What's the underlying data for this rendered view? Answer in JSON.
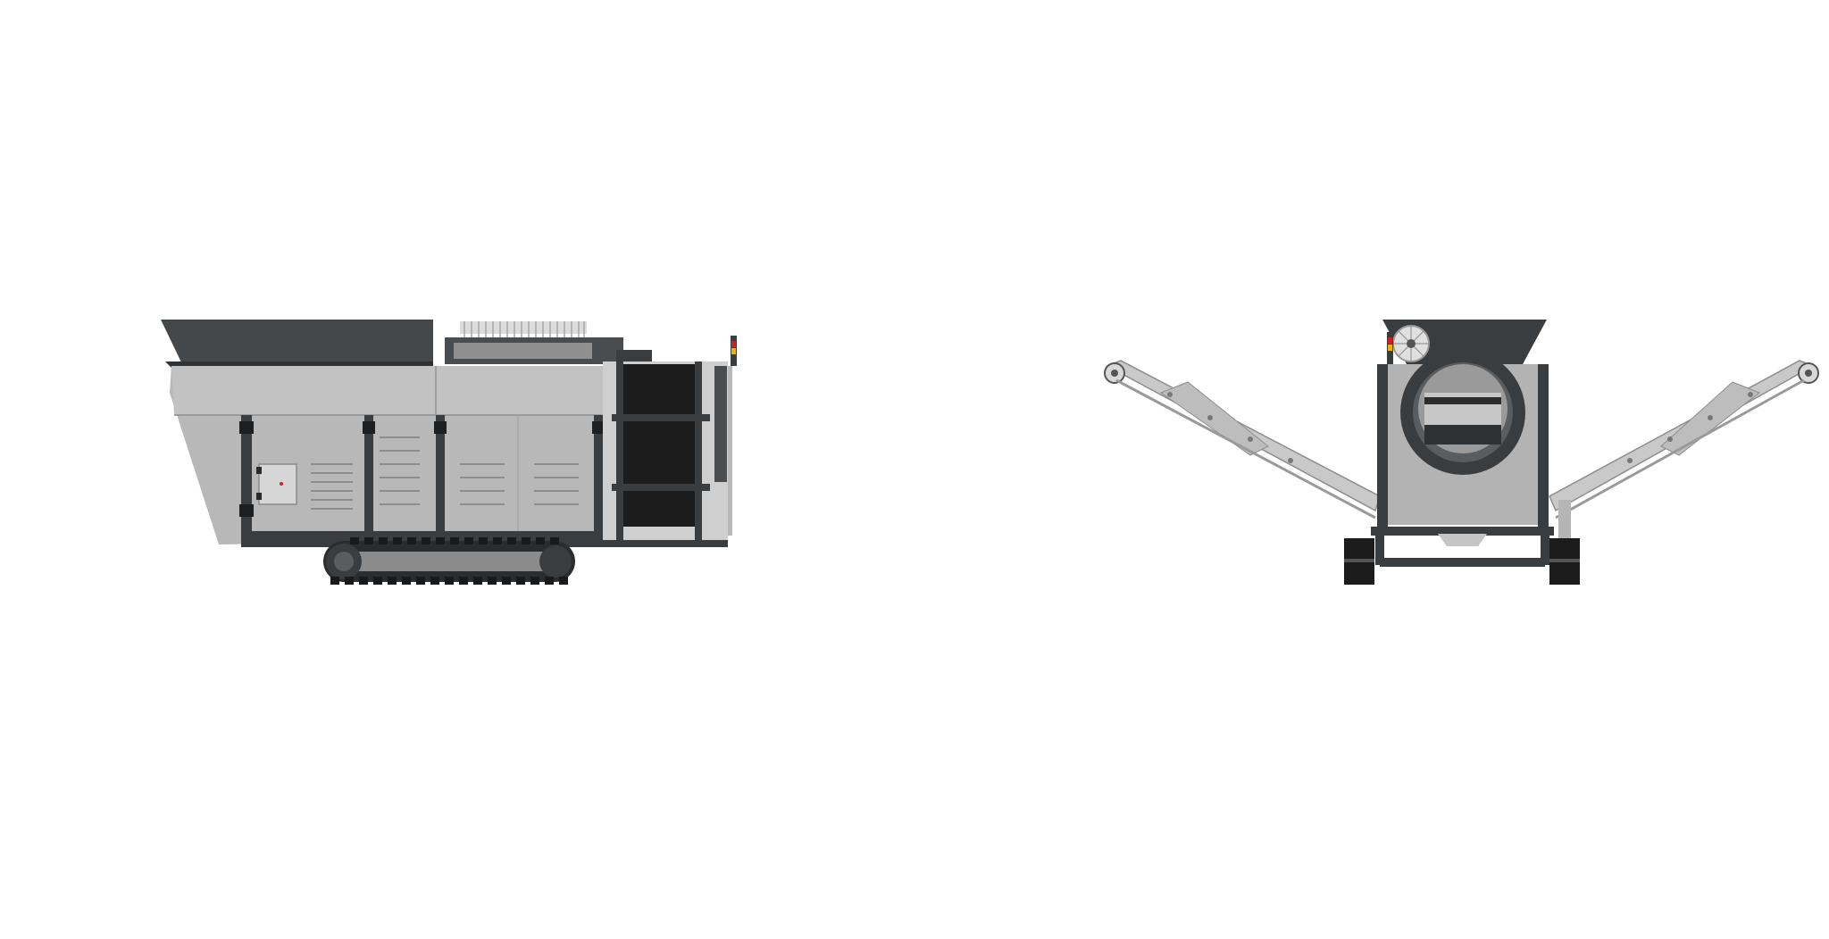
{
  "views": [
    {
      "name": "side-view",
      "machine": "tracked-trommel-screen"
    },
    {
      "name": "rear-view",
      "machine": "tracked-trommel-screen"
    }
  ],
  "colors": {
    "background": "#ffffff",
    "body_light": "#b9b9b9",
    "body_mid": "#9c9c9c",
    "frame_dark": "#3a3d40",
    "hopper_dark": "#4a4d50",
    "belt_black": "#1c1c1c",
    "conveyor_arm": "#c9c9c9",
    "beacon_red": "#cc2222",
    "beacon_yellow": "#e3b21c"
  }
}
